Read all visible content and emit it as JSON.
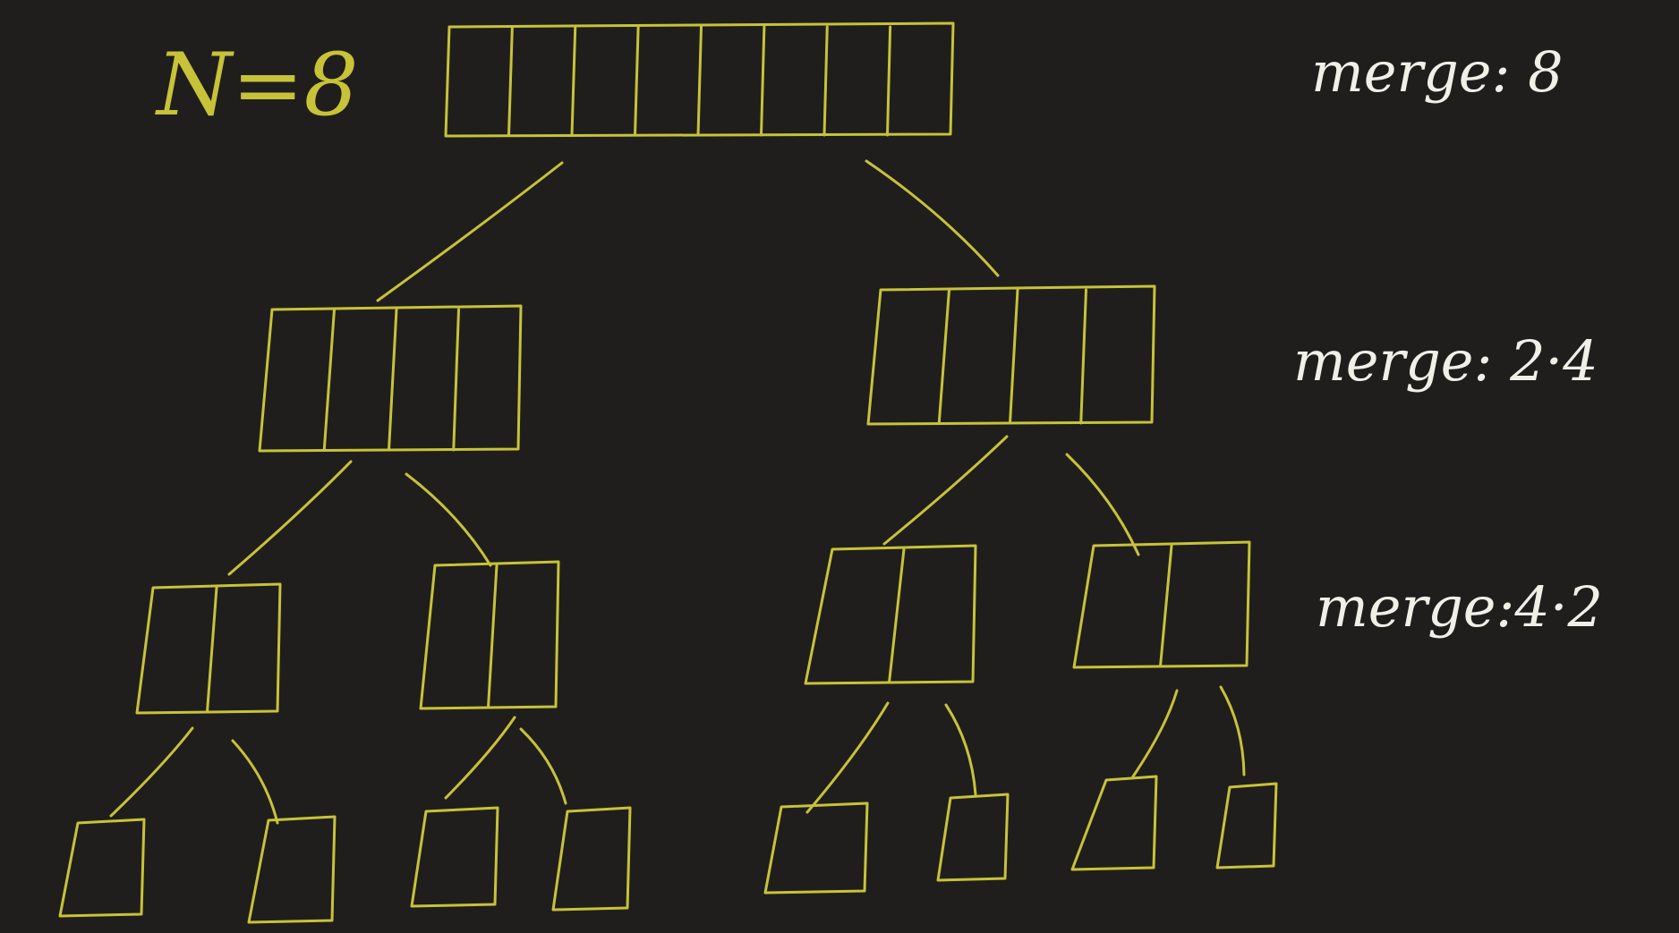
{
  "colors": {
    "background": "#1f1e1d",
    "stroke": "#c8c238",
    "text_note": "#f0efe8"
  },
  "diagram": {
    "n_label": "N=8",
    "notes": [
      {
        "text": "merge: 8"
      },
      {
        "text": "merge: 2·4"
      },
      {
        "text": "merge:4·2"
      }
    ],
    "levels": [
      {
        "level": 0,
        "node_count": 1,
        "cells_per_node": 8
      },
      {
        "level": 1,
        "node_count": 2,
        "cells_per_node": 4
      },
      {
        "level": 2,
        "node_count": 4,
        "cells_per_node": 2
      },
      {
        "level": 3,
        "node_count": 8,
        "cells_per_node": 1
      }
    ]
  }
}
